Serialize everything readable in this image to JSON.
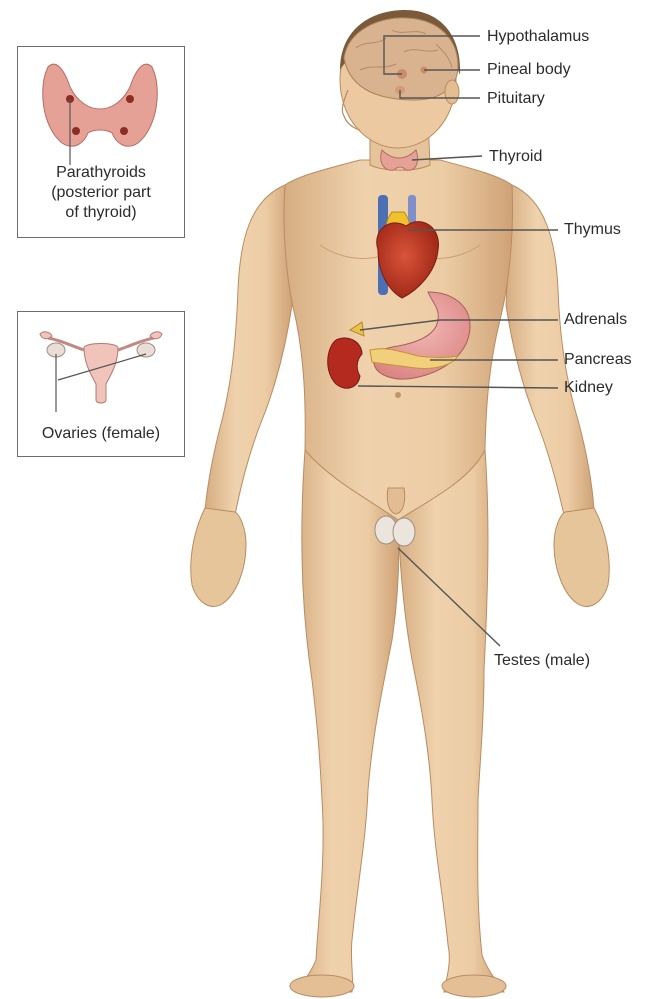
{
  "labels": {
    "hypothalamus": "Hypothalamus",
    "pineal": "Pineal body",
    "pituitary": "Pituitary",
    "thyroid": "Thyroid",
    "thymus": "Thymus",
    "adrenals": "Adrenals",
    "pancreas": "Pancreas",
    "kidney": "Kidney",
    "testes": "Testes (male)"
  },
  "insets": {
    "thyroid": [
      "Parathyroids",
      "(posterior part",
      "of thyroid)"
    ],
    "ovaries": "Ovaries (female)"
  },
  "colors": {
    "skin": "#e9c9a0",
    "skin_shadow": "#c99f72",
    "hair": "#7a5a3a",
    "brain": "#d9b28f",
    "heart": "#c4331e",
    "stomach": "#e79b9b",
    "kidney": "#b52a1f",
    "thyroid": "#e6a197",
    "leader": "#555555"
  }
}
